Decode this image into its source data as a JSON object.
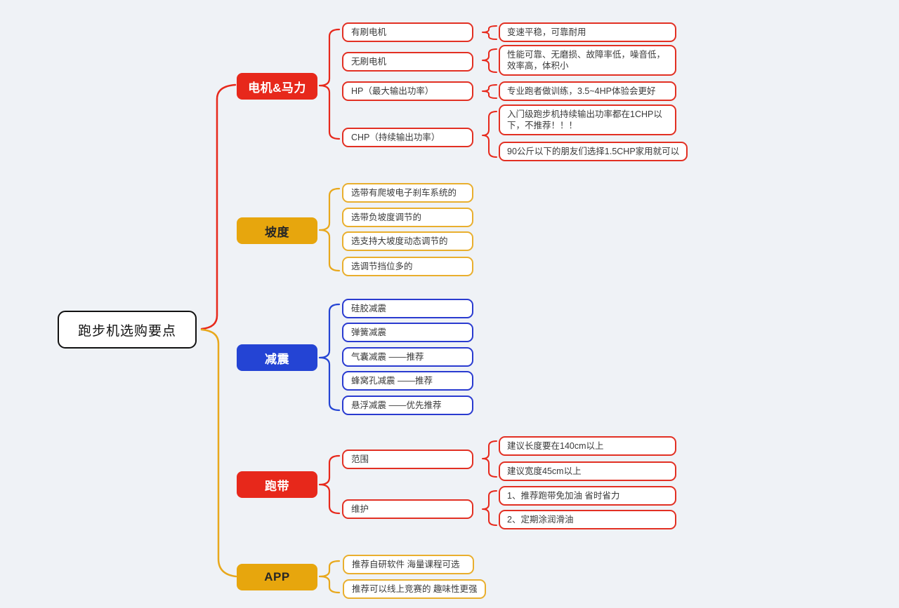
{
  "root": {
    "label": "跑步机选购要点"
  },
  "palette": {
    "background": "#eff2f6",
    "red": "#e7281b",
    "gold": "#e7a60d",
    "blue": "#2444d4",
    "box_background": "#ffffff",
    "root_border": "#111111",
    "text_dark": "#3a3a3a"
  },
  "branches": [
    {
      "label": "电机&马力",
      "color": "red",
      "children": [
        {
          "label": "有刷电机",
          "leaves": [
            "变速平稳，可靠耐用"
          ]
        },
        {
          "label": "无刷电机",
          "leaves": [
            "性能可靠、无磨损、故障率低，噪音低，效率高，体积小"
          ]
        },
        {
          "label": "HP（最大输出功率）",
          "leaves": [
            "专业跑者做训练，3.5~4HP体验会更好"
          ]
        },
        {
          "label": "CHP（持续输出功率）",
          "leaves": [
            "入门级跑步机持续输出功率都在1CHP以下，不推荐！！！",
            "90公斤以下的朋友们选择1.5CHP家用就可以"
          ]
        }
      ]
    },
    {
      "label": "坡度",
      "color": "gold",
      "children": [
        {
          "label": "选带有爬坡电子刹车系统的",
          "leaves": []
        },
        {
          "label": "选带负坡度调节的",
          "leaves": []
        },
        {
          "label": "选支持大坡度动态调节的",
          "leaves": []
        },
        {
          "label": "选调节挡位多的",
          "leaves": []
        }
      ]
    },
    {
      "label": "减震",
      "color": "blue",
      "children": [
        {
          "label": "硅胶减震",
          "leaves": []
        },
        {
          "label": "弹簧减震",
          "leaves": []
        },
        {
          "label": "气囊减震 ——推荐",
          "leaves": []
        },
        {
          "label": "蜂窝孔减震 ——推荐",
          "leaves": []
        },
        {
          "label": "悬浮减震 ——优先推荐",
          "leaves": []
        }
      ]
    },
    {
      "label": "跑带",
      "color": "red",
      "children": [
        {
          "label": "范围",
          "leaves": [
            "建议长度要在140cm以上",
            "建议宽度45cm以上"
          ]
        },
        {
          "label": "维护",
          "leaves": [
            "1、推荐跑带免加油 省时省力",
            "2、定期涂润滑油"
          ]
        }
      ]
    },
    {
      "label": "APP",
      "color": "gold",
      "children": [
        {
          "label": "推荐自研软件 海量课程可选",
          "leaves": []
        },
        {
          "label": "推荐可以线上竞赛的 趣味性更强",
          "leaves": []
        }
      ]
    }
  ]
}
